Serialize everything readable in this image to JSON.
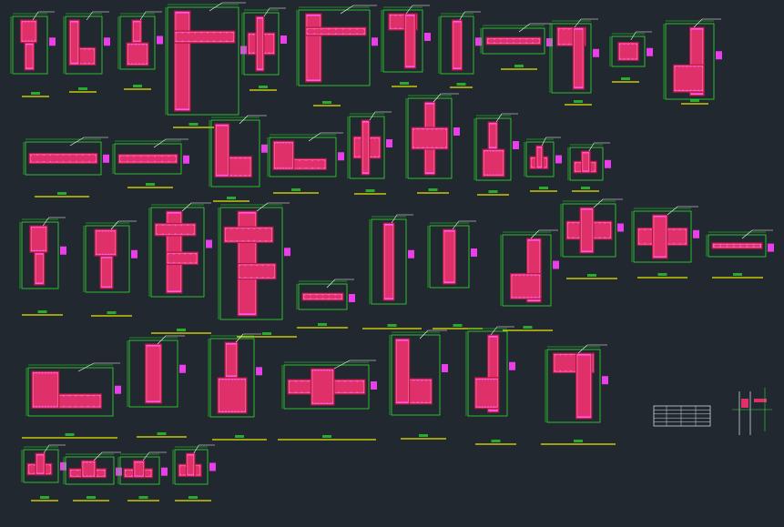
{
  "drawing": {
    "background": "#212830",
    "colors": {
      "concrete": "#e0306a",
      "concrete_dark": "#b01840",
      "rebar": "#ff40ff",
      "dimension": "#2de02d",
      "title_line": "#e8e800",
      "leader": "#ffffff",
      "frame": "#cfd6dc"
    },
    "legend_table": {
      "rows": 5,
      "cols": 4
    },
    "sheet_labels": [],
    "details": [
      {
        "kind": "T-up"
      },
      {
        "kind": "L"
      },
      {
        "kind": "T-down"
      },
      {
        "kind": "long-L"
      },
      {
        "kind": "T-right"
      },
      {
        "kind": "long-L"
      },
      {
        "kind": "L-rev"
      },
      {
        "kind": "bar-v"
      },
      {
        "kind": "bar-h"
      },
      {
        "kind": "L-rev"
      },
      {
        "kind": "square"
      },
      {
        "kind": "L-big"
      },
      {
        "kind": "bar-h"
      },
      {
        "kind": "bar-h"
      },
      {
        "kind": "L"
      },
      {
        "kind": "L"
      },
      {
        "kind": "T-right"
      },
      {
        "kind": "cross"
      },
      {
        "kind": "T-down"
      },
      {
        "kind": "small-L"
      },
      {
        "kind": "small-L"
      },
      {
        "kind": "T-up"
      },
      {
        "kind": "T-up"
      },
      {
        "kind": "long-T"
      },
      {
        "kind": "long-T"
      },
      {
        "kind": "bar-h"
      },
      {
        "kind": "bar-v"
      },
      {
        "kind": "bar-v"
      },
      {
        "kind": "L-big"
      },
      {
        "kind": "T-right"
      },
      {
        "kind": "T-right"
      },
      {
        "kind": "bar-h"
      },
      {
        "kind": "L"
      },
      {
        "kind": "bar-v"
      },
      {
        "kind": "T-down"
      },
      {
        "kind": "T-right"
      },
      {
        "kind": "L"
      },
      {
        "kind": "L-big"
      },
      {
        "kind": "L-rev"
      },
      {
        "kind": "small-L"
      },
      {
        "kind": "small-L"
      },
      {
        "kind": "small-L"
      },
      {
        "kind": "small-L"
      }
    ]
  }
}
